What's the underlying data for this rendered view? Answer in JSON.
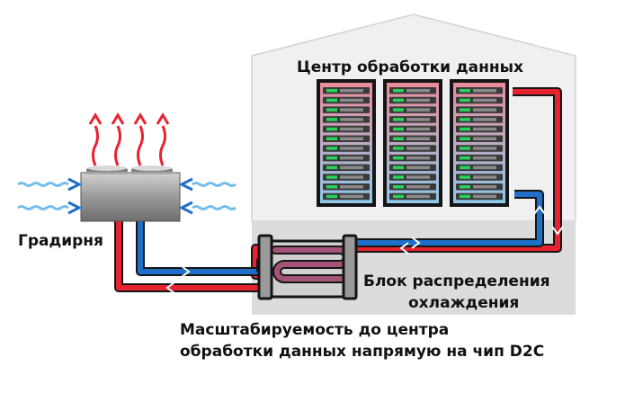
{
  "labels": {
    "datacenter": "Центр обработки данных",
    "cooling_tower": "Градирня",
    "cdu_line1": "Блок распределения",
    "cdu_line2": "охлаждения",
    "caption_line1": "Масштабируемость до центра",
    "caption_line2": "обработки данных напрямую на чип D2C"
  },
  "colors": {
    "hot_pipe": "#e8232f",
    "cold_pipe": "#1f6fc9",
    "outline": "#151515",
    "building_fill": "#f0f0f2",
    "building_lower_fill": "#dcdcdc",
    "building_edge": "#d2d2d6",
    "rack_top": "#e88c9a",
    "rack_bottom": "#8fc8ea",
    "server_led": "#29d35a",
    "air_arrow": "#5ab3e8",
    "heat_arrow": "#e8232f",
    "tower_body": "#8a8a8a"
  },
  "icons": {
    "racks": "server-rack-icon",
    "tower": "cooling-tower-icon",
    "cdu": "heat-exchanger-icon"
  },
  "diagram": {
    "rack_count": 3,
    "servers_per_rack": 12,
    "heat_plumes": 4,
    "air_inflows_per_side": 2
  }
}
